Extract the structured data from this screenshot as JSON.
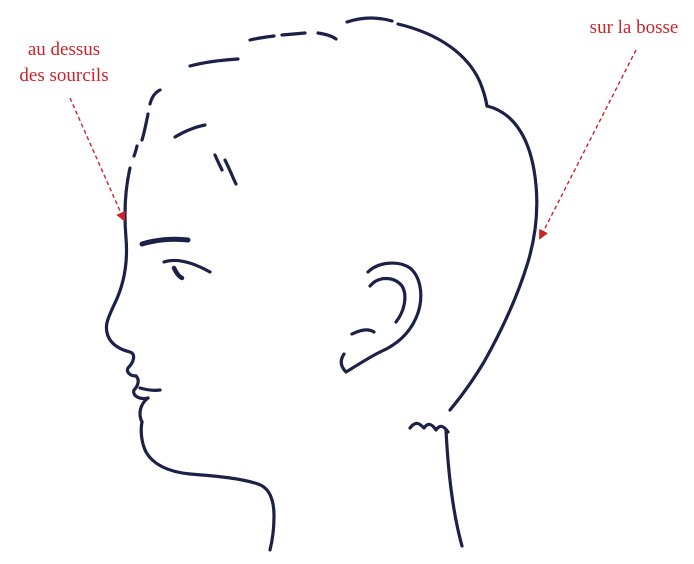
{
  "annotations": {
    "left": {
      "line1": "au dessus",
      "line2": "des sourcils"
    },
    "right": {
      "line1": "sur la bosse"
    }
  },
  "colors": {
    "outline": "#1b2147",
    "annotation": "#cc2229",
    "background": "#ffffff"
  },
  "illustration": {
    "subject": "head-profile-outline",
    "facing": "left"
  }
}
